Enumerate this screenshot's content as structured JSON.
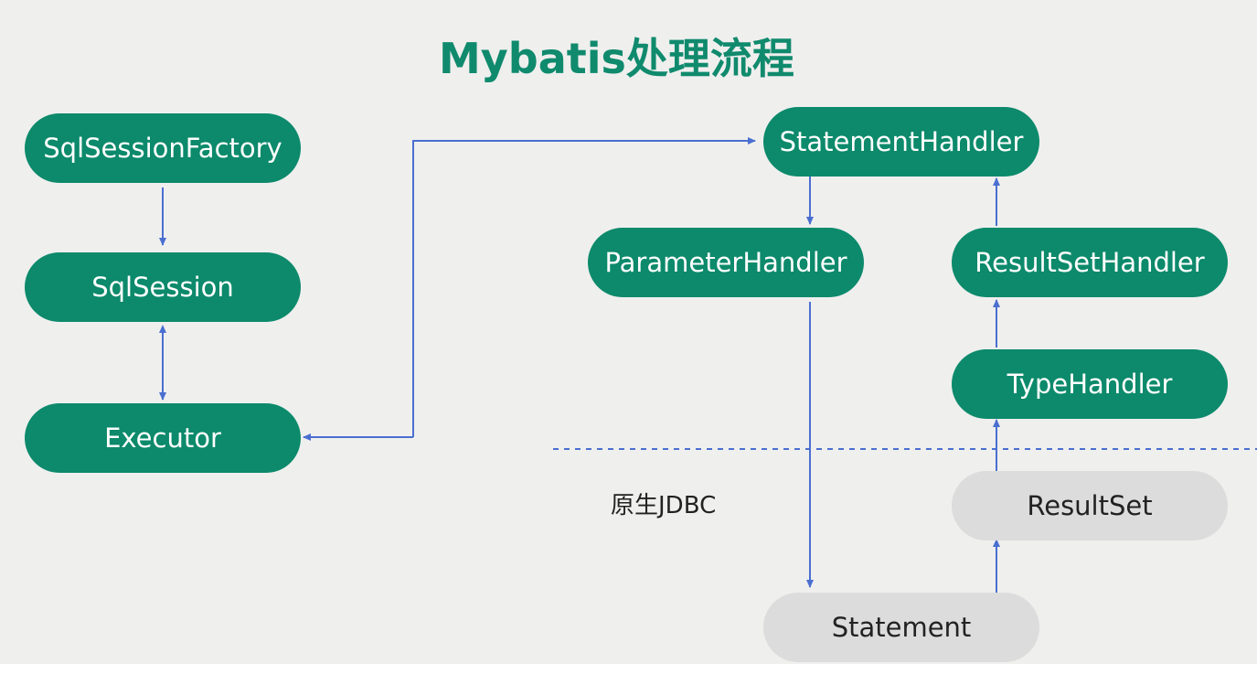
{
  "title": "Mybatis处理流程",
  "nodes": {
    "sqlsessionfactory": "SqlSessionFactory",
    "sqlsession": "SqlSession",
    "executor": "Executor",
    "statementhandler": "StatementHandler",
    "parameterhandler": "ParameterHandler",
    "resultsethandler": "ResultSetHandler",
    "typehandler": "TypeHandler",
    "resultset": "ResultSet",
    "statement": "Statement"
  },
  "labels": {
    "native_jdbc": "原生JDBC"
  },
  "colors": {
    "background": "#efefee",
    "title": "#108a6d",
    "node_green": "#0c8a6b",
    "node_gray": "#dcdcdc",
    "arrow": "#4a6fd0"
  }
}
